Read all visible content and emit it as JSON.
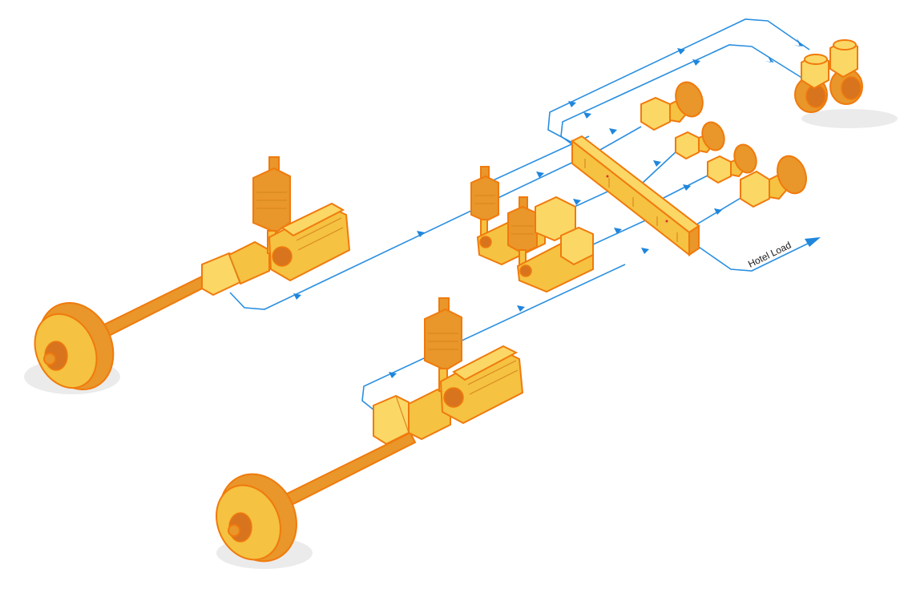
{
  "diagram": {
    "type": "isometric hybrid propulsion system schematic",
    "labels": {
      "hotel_load": "Hotel Load"
    },
    "colors": {
      "component_fill": "#f5c242",
      "component_outline": "#f07a0c",
      "component_shade": "#e9962a",
      "wire": "#2a8fe0",
      "background": "#ffffff"
    },
    "components": [
      {
        "id": "propulsion-train-upper",
        "parts": [
          "main-engine",
          "exhaust-silencer",
          "gearbox",
          "shaft-generator",
          "propeller-shaft",
          "ducted-propeller"
        ]
      },
      {
        "id": "propulsion-train-lower",
        "parts": [
          "main-engine",
          "exhaust-silencer",
          "gearbox",
          "shaft-generator",
          "propeller-shaft",
          "ducted-propeller"
        ]
      },
      {
        "id": "genset-1",
        "parts": [
          "diesel-engine",
          "exhaust-silencer",
          "generator"
        ]
      },
      {
        "id": "genset-2",
        "parts": [
          "diesel-engine",
          "exhaust-silencer",
          "generator"
        ]
      },
      {
        "id": "switchboard"
      },
      {
        "id": "bow-thrusters",
        "count": 2
      },
      {
        "id": "pump-motor-1"
      },
      {
        "id": "pump-motor-2"
      },
      {
        "id": "pump-motor-3"
      },
      {
        "id": "pump-motor-4"
      }
    ],
    "connections": [
      {
        "from": "propulsion-train-upper",
        "to": "switchboard"
      },
      {
        "from": "propulsion-train-lower",
        "to": "switchboard"
      },
      {
        "from": "genset-1",
        "to": "switchboard"
      },
      {
        "from": "genset-2",
        "to": "switchboard"
      },
      {
        "from": "switchboard",
        "to": "bow-thrusters"
      },
      {
        "from": "switchboard",
        "to": "pump-motor-1"
      },
      {
        "from": "switchboard",
        "to": "pump-motor-2"
      },
      {
        "from": "switchboard",
        "to": "pump-motor-3"
      },
      {
        "from": "switchboard",
        "to": "pump-motor-4"
      },
      {
        "from": "switchboard",
        "to": "hotel-load"
      }
    ]
  }
}
